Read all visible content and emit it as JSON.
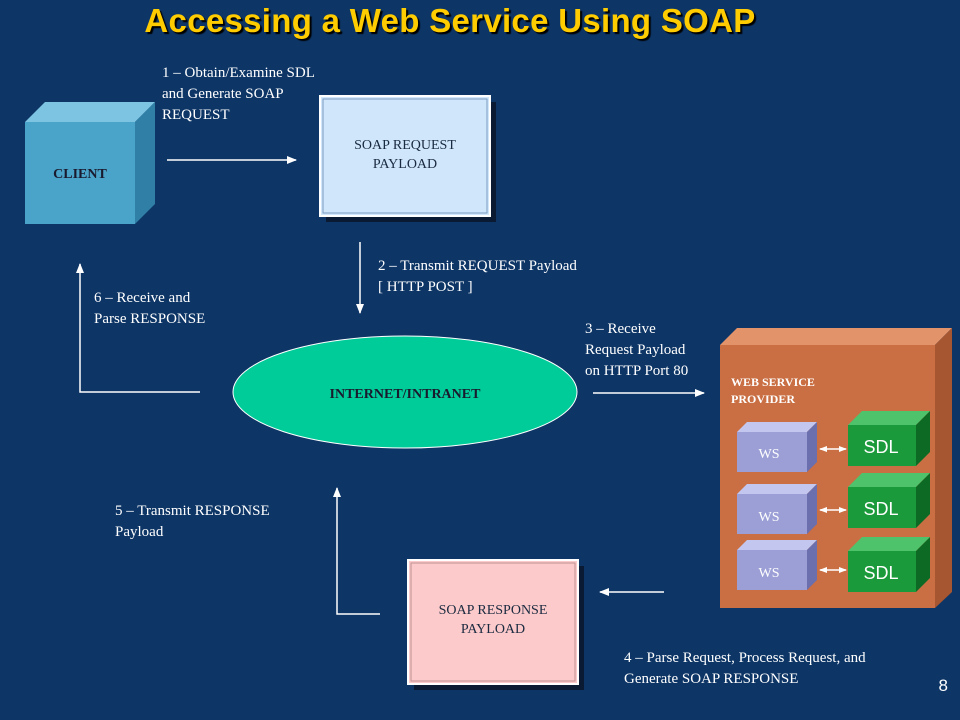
{
  "title": "Accessing a Web Service Using SOAP",
  "page_number": "8",
  "nodes": {
    "client": "CLIENT",
    "soap_request": "SOAP REQUEST\nPAYLOAD",
    "internet": "INTERNET/INTRANET",
    "soap_response": "SOAP RESPONSE\nPAYLOAD",
    "provider": "WEB SERVICE\nPROVIDER",
    "ws": [
      "WS",
      "WS",
      "WS"
    ],
    "sdl": [
      "SDL",
      "SDL",
      "SDL"
    ]
  },
  "steps": {
    "step1": "1 – Obtain/Examine SDL\nand Generate SOAP\nREQUEST",
    "step2": "2 – Transmit REQUEST Payload\n[ HTTP POST ]",
    "step3": "3 – Receive\nRequest Payload\non HTTP Port 80",
    "step4": "4 – Parse Request, Process Request, and\nGenerate SOAP RESPONSE",
    "step5": "5 – Transmit RESPONSE\nPayload",
    "step6": "6 – Receive and\nParse RESPONSE"
  },
  "colors": {
    "background": "#0d3566",
    "title": "#ffcc00",
    "client": "#4aa3c8",
    "request_box": "#cfe6fb",
    "internet": "#00cc99",
    "response_box": "#fccaca",
    "provider": "#c96f43",
    "ws": "#9b9fd6",
    "sdl": "#1a9a3a"
  }
}
